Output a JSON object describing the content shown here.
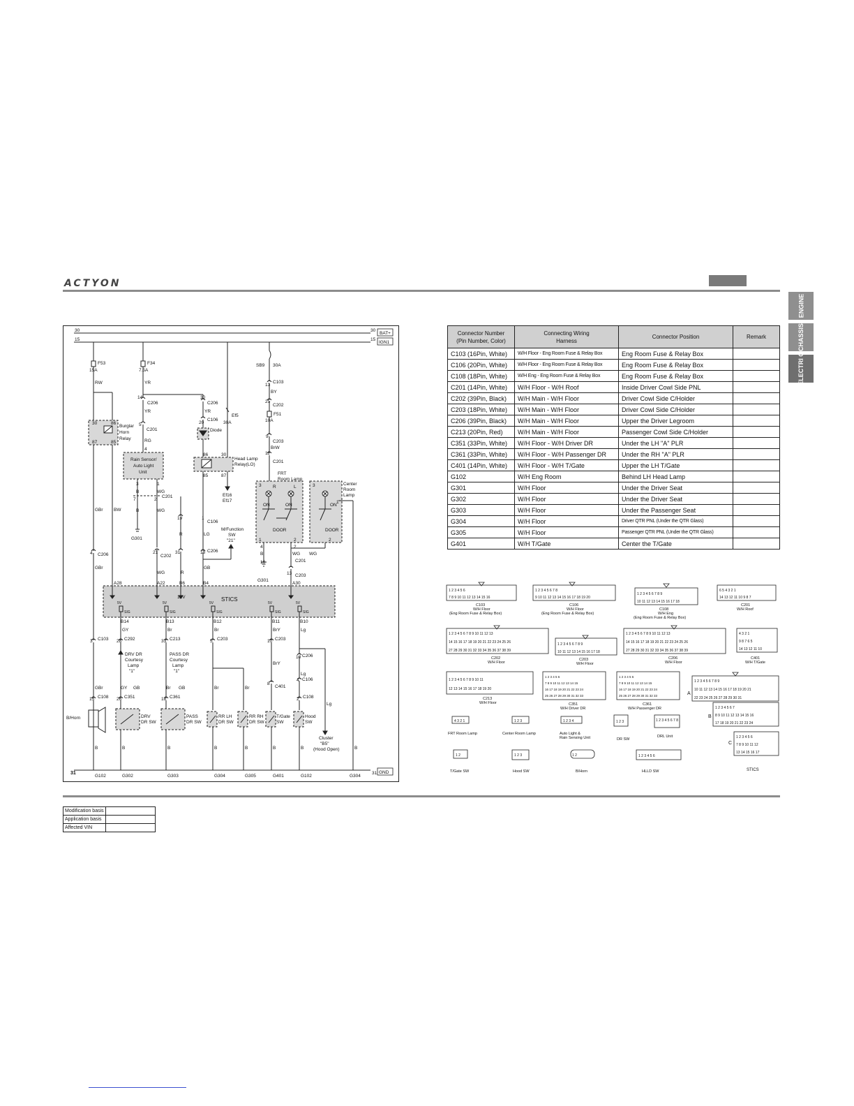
{
  "header": {
    "brand": "ACTYON"
  },
  "side_tabs": [
    "ENGINE",
    "CHASSIS",
    "ELECTRI C"
  ],
  "schematic": {
    "power_lines": {
      "bat_wire": "30",
      "bat_label": "BAT+",
      "ign_wire": "15",
      "ign_label": "IGN1",
      "gnd_wire": "31",
      "gnd_label": "GND"
    },
    "texts": {
      "f53": "F53",
      "f53_rating": "15A",
      "rw": "RW",
      "f34": "F34",
      "f34_rating": "7.5A",
      "yr1": "YR",
      "pin14": "14",
      "c206a": "C206",
      "yr2": "YR",
      "pin30": "30",
      "c206b": "C206",
      "yr3": "YR",
      "ef5": "Ef5",
      "ef5_rating": "30A",
      "sb9": "SB9",
      "sb9_rating": "30A",
      "pin13": "13",
      "c103": "C103",
      "by": "BY",
      "pin25": "25",
      "c202": "C202",
      "f51": "F51",
      "f51_rating": "10A",
      "pin9": "9",
      "c203": "C203",
      "brw": "BrW",
      "pin11": "11",
      "c201": "C201",
      "burglar": "Burglar",
      "horn": "Horn",
      "relay": "Relay",
      "r30": "30",
      "r86": "86",
      "r87": "87",
      "r85": "85",
      "pin5": "5",
      "c201b": "C201",
      "rg": "RG",
      "pin4": "4",
      "rain1": "Rain Sensor/",
      "rain2": "Auto Light",
      "rain3": "Unit",
      "pin20": "20",
      "c106": "C106",
      "diode": "Diode",
      "hl1": "Head Lamp",
      "hl2": "Relay(LO)",
      "h86": "86",
      "h30": "30",
      "h85": "85",
      "h87": "87",
      "ef16": "Ef16",
      "ef17": "Ef17",
      "frt1": "FRT",
      "frt2": "Room Lamp",
      "ctr1": "Center",
      "ctr2": "Room",
      "ctr3": "Lamp",
      "on1": "ON",
      "on2": "ON",
      "on3": "ON",
      "door1": "DOOR",
      "door2": "DOOR",
      "p3": "3",
      "pR": "R",
      "pL": "L",
      "p2": "2",
      "p1": "1",
      "p3b": "3",
      "p1b": "1",
      "p7": "7",
      "p2b": "2",
      "p1c": "1",
      "b1": "B",
      "wg1": "WG",
      "c201c": "C201",
      "b2": "B",
      "g301a": "G301",
      "p19": "19",
      "p1d": "1",
      "c106b": "C106",
      "r1": "R",
      "lg1": "LG",
      "mf1": "M/Function",
      "mf2": "SW",
      "mf3": "\"21\"",
      "gbr1": "GBr",
      "bw": "BW",
      "wg2": "WG",
      "p4": "4",
      "c206c": "C206",
      "p21": "21",
      "c202b": "C202",
      "p31": "31",
      "p18": "18",
      "c206d": "C206",
      "gb": "GB",
      "p10": "10",
      "p4b": "4",
      "p2c": "2",
      "c201d": "C201",
      "b3": "B",
      "wg3": "WG",
      "wg4": "WG",
      "g301b": "G301",
      "p13": "13",
      "c203b": "C203",
      "gbr2": "GBr",
      "wg5": "WG",
      "r2": "R",
      "a28": "A28",
      "a22": "A22",
      "b6": "B6",
      "b4": "B4",
      "a30": "A30",
      "v12": "12V",
      "stics": "STICS",
      "sv1": "5V",
      "sv2": "5V",
      "sv3": "5V",
      "sv4": "5V",
      "sv5": "5V",
      "sig1": "SIG",
      "sig2": "SIG",
      "sig3": "SIG",
      "sig4": "SIG",
      "sig5": "SIG",
      "b14": "B14",
      "b13": "B13",
      "b12": "B12",
      "b11": "B11",
      "b10": "B10",
      "gy": "GY",
      "br1": "Br",
      "br2": "Br",
      "bry1": "BrY",
      "lg2": "Lg",
      "p3c": "3",
      "c103b": "C103",
      "p28": "28",
      "c292": "C292",
      "p33": "33",
      "c213": "C213",
      "p5b": "5",
      "c203c": "C203",
      "p10b": "10",
      "c203d": "C203",
      "p10c": "10",
      "c206e": "C206",
      "drv1": "DRV DR",
      "drv2": "Courtesy",
      "drv3": "Lamp",
      "drv4": "\"1\"",
      "pass1": "PASS DR",
      "pass2": "Courtesy",
      "pass3": "Lamp",
      "pass4": "\"1\"",
      "gy2": "GY",
      "gb2": "GB",
      "br3": "Br",
      "gb3": "GB",
      "gbr3": "GBr",
      "bry2": "BrY",
      "br4": "Br",
      "br5": "Br",
      "lg3": "Lg",
      "lg4": "Lg",
      "p8": "8",
      "c401": "C401",
      "p4c": "4",
      "c106c": "C106",
      "p15": "15",
      "c108": "C108",
      "p26": "26",
      "c351": "C351",
      "p18b": "18",
      "c361": "C361",
      "p2d": "2",
      "c108b": "C108",
      "bhorn": "B/Horn",
      "drvsw1": "DRV",
      "drvsw2": "DR SW",
      "passsw1": "PASS",
      "passsw2": "DR SW",
      "rrlh1": "RR LH",
      "rrlh2": "DR SW",
      "rrrh1": "RR RH",
      "rrrh2": "DR SW",
      "tg1": "T/Gate",
      "tg2": "SW",
      "hood1": "Hood",
      "hood2": "SW",
      "cl1": "Cluster",
      "cl2": "\"B5\"",
      "cl3": "(Hood Open)",
      "bb1": "B",
      "bb2": "B",
      "bb3": "B",
      "bb4": "B",
      "bb5": "B",
      "bb6": "B",
      "bb7": "B",
      "bb8": "B",
      "g102a": "G102",
      "g302": "G302",
      "g303": "G303",
      "g304a": "G304",
      "g305": "G305",
      "g401": "G401",
      "g102b": "G102",
      "g304b": "G304"
    }
  },
  "connector_table": {
    "headers": [
      "Connector Number\n(Pin Number, Color)",
      "Connecting Wiring\nHarness",
      "Connector Position",
      "Remark"
    ],
    "rows": [
      {
        "connector": "C103 (16Pin, White)",
        "harness": "W/H Floor - Eng Room Fuse & Relay Box",
        "position": "Eng Room Fuse & Relay Box",
        "remark": ""
      },
      {
        "connector": "C106 (20Pin, White)",
        "harness": "W/H Floor - Eng Room Fuse & Relay Box",
        "position": "Eng Room Fuse & Relay Box",
        "remark": ""
      },
      {
        "connector": "C108 (18Pin, White)",
        "harness": "W/H Eng - Eng Room Fuse & Relay Box",
        "position": "Eng Room Fuse & Relay Box",
        "remark": ""
      },
      {
        "connector": "C201 (14Pin, White)",
        "harness": "W/H Floor - W/H Roof",
        "position": "Inside Driver Cowl Side PNL",
        "remark": ""
      },
      {
        "connector": "C202 (39Pin, Black)",
        "harness": "W/H Main - W/H Floor",
        "position": "Driver Cowl Side C/Holder",
        "remark": ""
      },
      {
        "connector": "C203 (18Pin, White)",
        "harness": "W/H Main - W/H Floor",
        "position": "Driver Cowl Side C/Holder",
        "remark": ""
      },
      {
        "connector": "C206 (39Pin, Black)",
        "harness": "W/H Main - W/H Floor",
        "position": "Upper the Driver Legroom",
        "remark": ""
      },
      {
        "connector": "C213 (20Pin, Red)",
        "harness": "W/H Main - W/H Floor",
        "position": "Passenger Cowl Side C/Holder",
        "remark": ""
      },
      {
        "connector": "C351 (33Pin, White)",
        "harness": "W/H Floor - W/H Driver DR",
        "position": "Under the LH \"A\" PLR",
        "remark": ""
      },
      {
        "connector": "C361 (33Pin, White)",
        "harness": "W/H Floor - W/H Passenger DR",
        "position": "Under the RH \"A\" PLR",
        "remark": ""
      },
      {
        "connector": "C401 (14Pin, White)",
        "harness": "W/H Floor - W/H T/Gate",
        "position": "Upper the LH T/Gate",
        "remark": ""
      },
      {
        "connector": "G102",
        "harness": "W/H Eng Room",
        "position": "Behind LH Head Lamp",
        "remark": ""
      },
      {
        "connector": "G301",
        "harness": "W/H Floor",
        "position": "Under the Driver Seat",
        "remark": ""
      },
      {
        "connector": "G302",
        "harness": "W/H Floor",
        "position": "Under the Driver Seat",
        "remark": ""
      },
      {
        "connector": "G303",
        "harness": "W/H Floor",
        "position": "Under the Passenger Seat",
        "remark": ""
      },
      {
        "connector": "G304",
        "harness": "W/H Floor",
        "position": "Driver QTR PNL (Under the QTR Glass)",
        "remark": ""
      },
      {
        "connector": "G305",
        "harness": "W/H Floor",
        "position": "Passenger QTR PNL (Under the QTR Glass)",
        "remark": ""
      },
      {
        "connector": "G401",
        "harness": "W/H T/Gate",
        "position": "Center the T/Gate",
        "remark": ""
      }
    ]
  },
  "connector_views": {
    "c103": {
      "row1": "1 2 3 4 5 6",
      "row2": "7 8 9 10 11 12 13 14 15 16",
      "n1": "C103",
      "n2": "W/H Floor",
      "n3": "(Eng Room Fuse & Relay Box)"
    },
    "c106": {
      "row1": "1 2 3 4 5 6 7 8",
      "row2": "9 10 11 12 13 14 15 16 17 18 19 20",
      "n1": "C106",
      "n2": "W/H Floor",
      "n3": "(Eng Room Fuse & Relay Box)"
    },
    "c108": {
      "row1": "1 2 3 4 5 6 7 8 9",
      "row2": "10 11 12 13 14 15 16 17 18",
      "n1": "C108",
      "n2": "W/H Eng",
      "n3": "(Eng Room Fuse & Relay Box)"
    },
    "c201": {
      "row1": "6 5 4 3 2 1",
      "row2": "14 13 12 11 10 9 8 7",
      "n1": "C201",
      "n2": "W/H Roof"
    },
    "c202": {
      "row1": "1 2 3 4 5 6 7 8 9 10 11 12 13",
      "row2": "14 15 16 17 18 19 20 21 22 23 24 25 26",
      "row3": "27 28 29 30 31 32 33 34 35 36 37 38 39",
      "n1": "C202",
      "n2": "W/H Floor"
    },
    "c203": {
      "row1": "1 2 3 4 5 6 7 8 9",
      "row2": "10 11 12 13 14 15 16 17 18",
      "n1": "C203",
      "n2": "W/H Floor"
    },
    "c206": {
      "row1": "1 2 3 4 5 6 7 8 9 10 11 12 13",
      "row2": "14 15 16 17 18 19 20 21 22 23 24 25 26",
      "row3": "27 28 29 30 31 32 33 34 35 36 37 38 39",
      "n1": "C206",
      "n2": "W/H Floor"
    },
    "c401": {
      "row1": "4 3 2 1",
      "row2": "9 8 7 6 5",
      "row3": "14 13 12 11 10",
      "n1": "C401",
      "n2": "W/H T/Gate"
    },
    "c213": {
      "row1": "1 2 3 4 5 6 7 8 9 10 11",
      "row2": "12 13 14 15 16 17 18 19 20",
      "n1": "C213",
      "n2": "W/H Floor"
    },
    "c351": {
      "row1": "1 2 3 4 5 6",
      "row2": "7 8 9 10 11 12 13 14 15",
      "row3": "16 17 18 19 20 21 22 23 24",
      "row4": "25 26 27 28 29 30 31 32 33",
      "n1": "C351",
      "n2": "W/H Driver DR"
    },
    "c361": {
      "row1": "1 2 3 4 5 6",
      "row2": "7 8 9 10 11 12 13 14 15",
      "row3": "16 17 18 19 20 21 22 23 24",
      "row4": "25 26 27 28 29 30 31 32 33",
      "n1": "C361",
      "n2": "W/H Passenger DR"
    },
    "sticsA": {
      "row1": "1 2 3 4 5 6 7 8 9",
      "row2": "10 11 12 13 14 15 16 17 18 19 20 21",
      "row3": "22 23 24 25 26 27 28 29 30 31",
      "label": "A"
    },
    "sticsB": {
      "row1": "1 2 3 4 5 6 7",
      "row2": "8 9 10 11 12 13 14 15 16",
      "row3": "17 18 19 20 21 22 23 24",
      "label": "B"
    },
    "sticsC": {
      "row1": "1 2 3 4 5 6",
      "row2": "7 8 9 10 11 12",
      "row3": "13 14 15 16 17",
      "label": "C",
      "name": "STICS"
    },
    "small": [
      {
        "pins": "4 3 2 1",
        "name": "FRT Room Lamp"
      },
      {
        "pins": "1 2 3",
        "name": "Center Room Lamp"
      },
      {
        "pins": "1 2 3 4",
        "name": "Auto Light &\nRain Sensing Unit"
      },
      {
        "pins": "1 2 3",
        "name": "DR SW"
      },
      {
        "pins": "1 2 3 4 5 6 7 8",
        "name": "DRL Unit"
      },
      {
        "pins": "1 2",
        "name": "T/Gate SW"
      },
      {
        "pins": "1 2 3",
        "name": "Hood SW"
      },
      {
        "pins": "1 2",
        "name": "B/Horn"
      },
      {
        "pins": "1 2 3 4 5 6",
        "name": "HLLD SW"
      }
    ]
  },
  "modification_table": [
    {
      "label": "Modification basis",
      "value": ""
    },
    {
      "label": "Application basis",
      "value": ""
    },
    {
      "label": "Affected VIN",
      "value": ""
    }
  ]
}
